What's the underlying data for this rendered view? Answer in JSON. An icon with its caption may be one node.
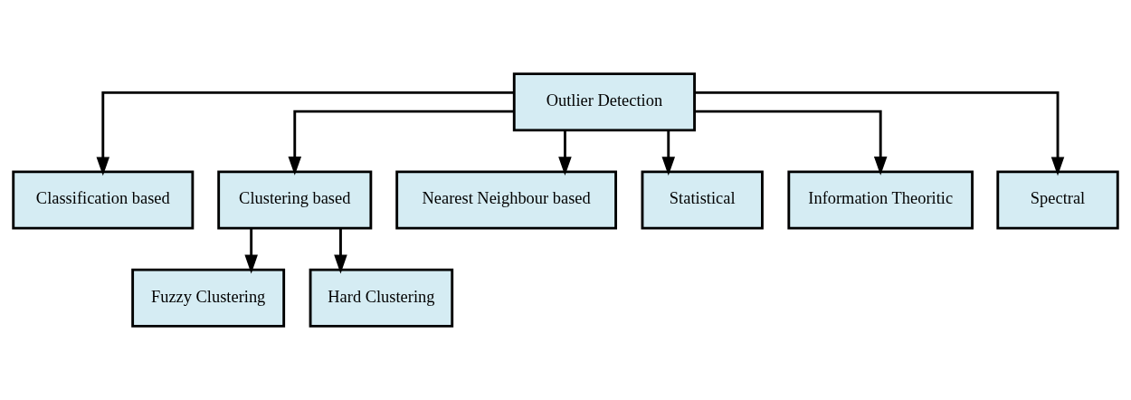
{
  "diagram": {
    "nodes": [
      {
        "text": [
          "Outlier Detection"
        ]
      },
      {
        "text": [
          "Classification based"
        ]
      },
      {
        "text": [
          "Clustering based"
        ]
      },
      {
        "text": [
          "Nearest Neighbour based"
        ]
      },
      {
        "text": [
          "Statistical"
        ]
      },
      {
        "text": [
          "Information Theoritic"
        ]
      },
      {
        "text": [
          "Spectral"
        ]
      },
      {
        "text": [
          "Fuzzy Clustering"
        ]
      },
      {
        "text": [
          "Hard Clustering"
        ]
      }
    ],
    "edges": [
      {
        "from": 0,
        "to": 1,
        "arrow": "to"
      },
      {
        "from": 0,
        "to": 2,
        "arrow": "to"
      },
      {
        "from": 0,
        "to": 3,
        "arrow": "to"
      },
      {
        "from": 0,
        "to": 4,
        "arrow": "to"
      },
      {
        "from": 0,
        "to": 5,
        "arrow": "to"
      },
      {
        "from": 0,
        "to": 6,
        "arrow": "to"
      },
      {
        "from": 2,
        "to": 7,
        "arrow": "to"
      },
      {
        "from": 2,
        "to": 8,
        "arrow": "to"
      }
    ]
  }
}
